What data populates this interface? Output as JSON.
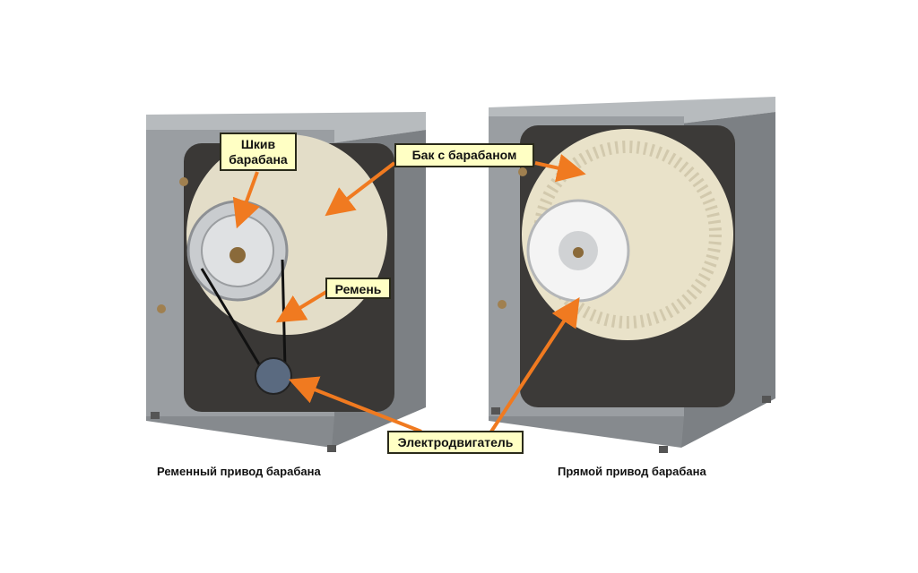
{
  "labels": {
    "pulley": "Шкив барабана",
    "tank": "Бак с барабаном",
    "belt": "Ремень",
    "motor": "Электродвигатель"
  },
  "captions": {
    "belt_drive": "Ременный привод барабана",
    "direct_drive": "Прямой привод барабана"
  },
  "colors": {
    "arrow": "#f07a20",
    "label_bg": "#ffffc4",
    "body": "#8f9397",
    "drum": "#e8e2cc"
  }
}
